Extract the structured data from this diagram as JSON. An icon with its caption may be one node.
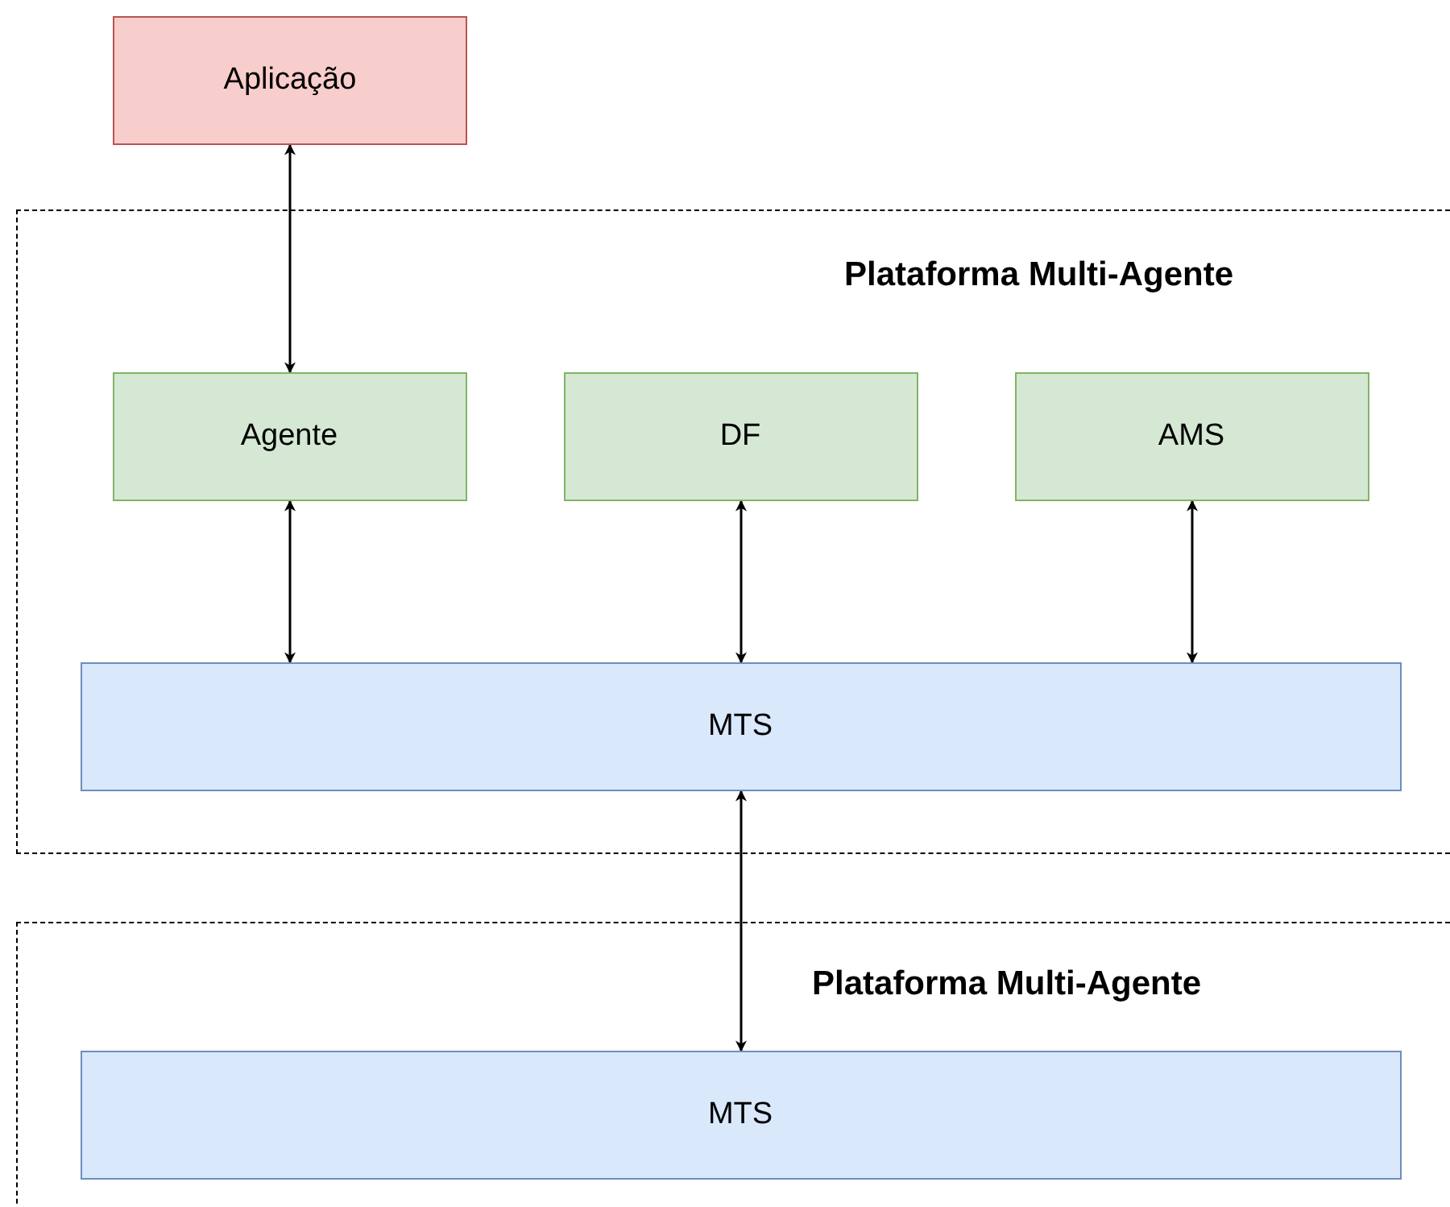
{
  "diagram": {
    "nodes": [
      {
        "text": [
          "Aplicação"
        ]
      },
      {
        "text": [
          "Plataforma Multi-Agente"
        ]
      },
      {
        "text": [
          "Agente"
        ],
        "in": 1
      },
      {
        "text": [
          "DF"
        ],
        "in": 1
      },
      {
        "text": [
          "AMS"
        ],
        "in": 1
      },
      {
        "text": [
          "MTS"
        ],
        "in": 1
      },
      {
        "text": [
          "Plataforma Multi-Agente"
        ]
      },
      {
        "text": [
          "MTS"
        ],
        "in": 6
      }
    ],
    "edges": [
      {
        "from": 0,
        "to": 2,
        "arrow": "both"
      },
      {
        "from": 2,
        "to": 5,
        "arrow": "both"
      },
      {
        "from": 3,
        "to": 5,
        "arrow": "both"
      },
      {
        "from": 4,
        "to": 5,
        "arrow": "both"
      },
      {
        "from": 5,
        "to": 7,
        "arrow": "both"
      }
    ]
  }
}
